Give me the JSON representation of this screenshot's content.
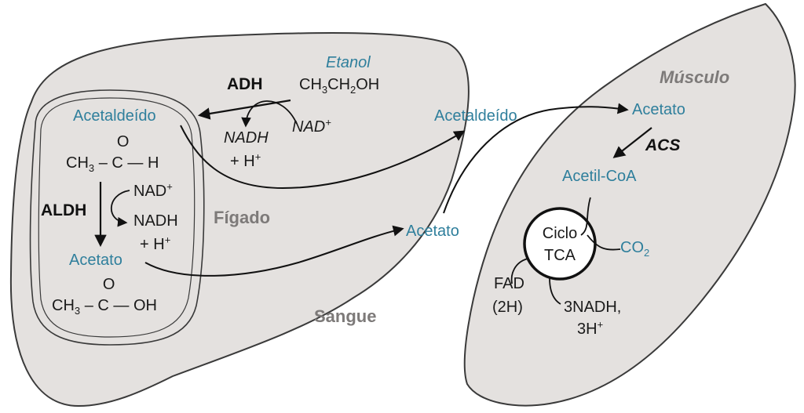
{
  "regions": {
    "liver": "Fígado",
    "blood": "Sangue",
    "muscle": "Músculo"
  },
  "liver": {
    "ethanol_label": "Etanol",
    "ethanol_formula": {
      "a": "CH",
      "s1": "3",
      "b": "CH",
      "s2": "2",
      "c": "OH"
    },
    "adh": "ADH",
    "nad_plus": {
      "base": "NAD",
      "sup": "+"
    },
    "nadh": "NADH",
    "h_plus": {
      "base": "+ H",
      "sup": "+"
    },
    "acetaldehyde": "Acetaldeído",
    "acetaldehyde_formula": {
      "a": "CH",
      "s1": "3",
      "b": "– C",
      "o": "O",
      "c": "H"
    },
    "aldh": "ALDH",
    "nad_plus_2": {
      "base": "NAD",
      "sup": "+"
    },
    "nadh_2": "NADH",
    "h_plus_2": {
      "base": "+ H",
      "sup": "+"
    },
    "acetate": "Acetato",
    "acetate_formula": {
      "a": "CH",
      "s1": "3",
      "b": "– C",
      "o": "O",
      "c": "OH"
    }
  },
  "blood": {
    "acetaldehyde": "Acetaldeído",
    "acetate": "Acetato"
  },
  "muscle": {
    "acetate": "Acetato",
    "acs": "ACS",
    "acetyl_coa": "Acetil-CoA",
    "cycle_line1": "Ciclo",
    "cycle_line2": "TCA",
    "co2": {
      "base": "CO",
      "sub": "2"
    },
    "fad_line1": "FAD",
    "fad_line2": "(2H)",
    "nadh_line1": "3NADH,",
    "nadh_line2": {
      "base": "3H",
      "sup": "+"
    }
  },
  "colors": {
    "organ_fill": "#e4e1df",
    "organ_stroke": "#3a3a3a",
    "blue_text": "#2f7f9c",
    "arrow": "#111111",
    "region_text": "#7d7a79"
  }
}
